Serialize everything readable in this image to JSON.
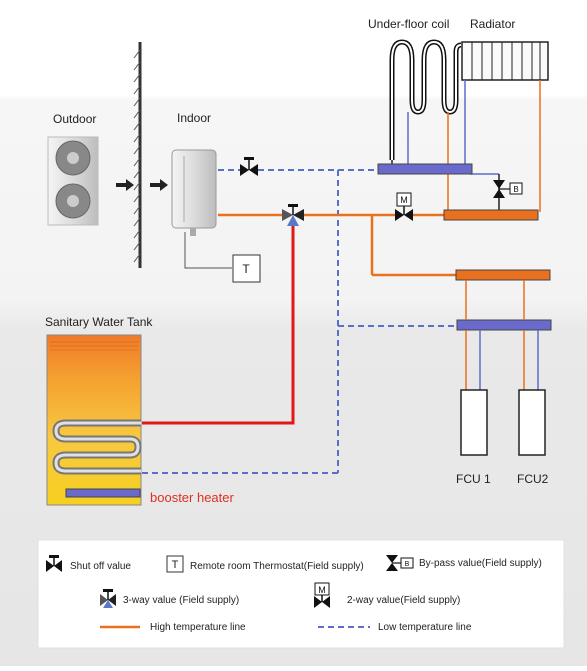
{
  "labels": {
    "outdoor": "Outdoor",
    "indoor": "Indoor",
    "underfloor_coil": "Under-floor coil",
    "radiator": "Radiator",
    "sanitary_tank": "Sanitary Water Tank",
    "booster_heater": "booster heater",
    "fcu1": "FCU 1",
    "fcu2": "FCU2",
    "thermostat_symbol": "T",
    "motor_symbol": "M",
    "bypass_symbol": "B"
  },
  "legend": {
    "shutoff": "Shut off value",
    "thermostat": "Remote room Thermostat(Field supply)",
    "bypass": "By-pass value(Field supply)",
    "threeway": "3-way value (Field supply)",
    "twoway": "2-way value(Field supply)",
    "high_line": "High temperature line",
    "low_line": "Low temperature line"
  },
  "colors": {
    "high_temp": "#e8701e",
    "low_temp": "#5a6fc8",
    "hot_water": "#e01818",
    "manifold_blue": "#6a6acc",
    "manifold_orange": "#e8701e",
    "booster": "#e03020"
  }
}
